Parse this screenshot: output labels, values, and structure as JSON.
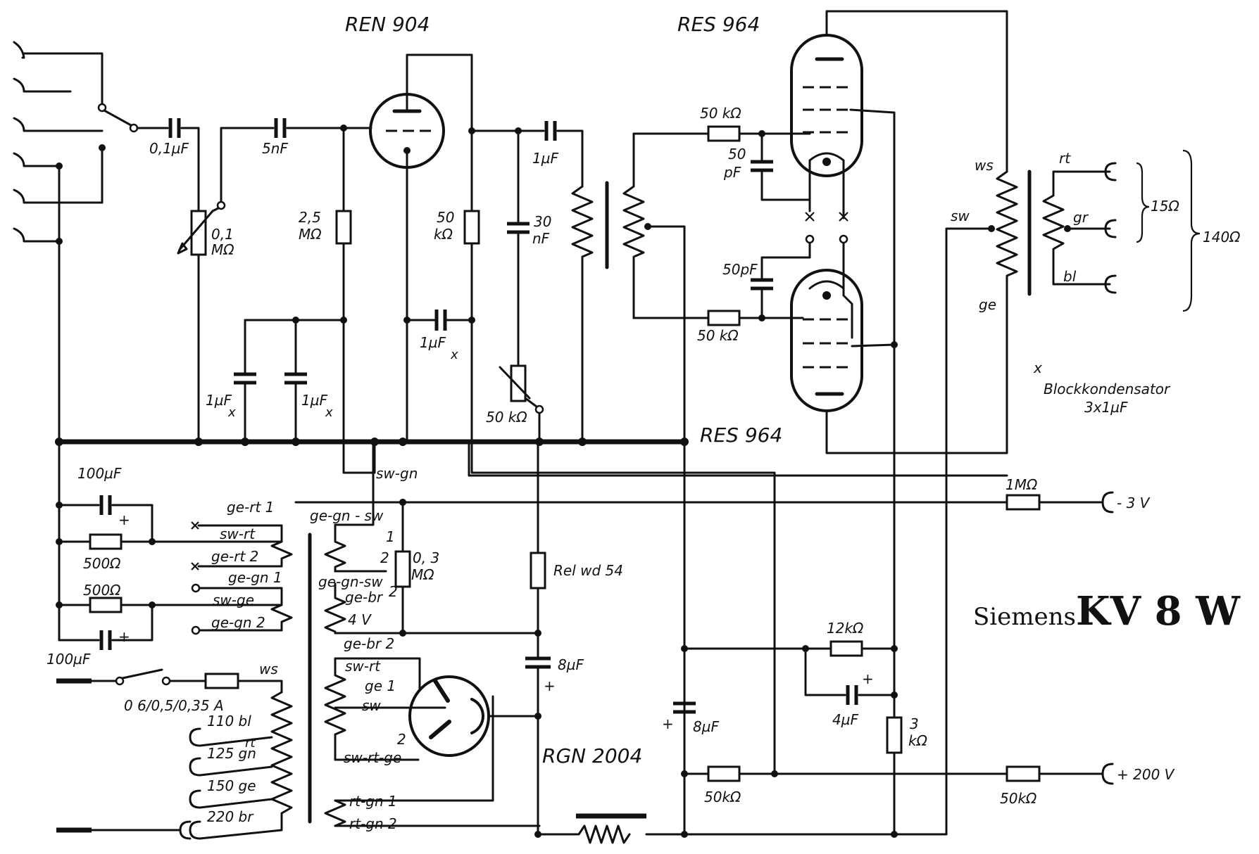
{
  "title": {
    "brand": "Siemens",
    "model": "KV 8 W"
  },
  "tubes": {
    "preamp": "REN 904",
    "output_top": "RES 964",
    "output_bottom": "RES 964",
    "rectifier": "RGN 2004"
  },
  "note": {
    "mark": "x",
    "line1": "Blockkondensator",
    "line2": "3x1µF"
  },
  "components": {
    "c_in": "0,1µF",
    "pot_in_val": "0,1",
    "pot_in_unit": "MΩ",
    "c_couple": "5nF",
    "r_grid_val": "2,5",
    "r_grid_unit": "MΩ",
    "c_block1": "1µF",
    "c_block1_sub": "x",
    "c_block2": "1µF",
    "c_block2_sub": "x",
    "c_block3": "1µF",
    "c_block3_sub": "x",
    "r_plate_val": "50",
    "r_plate_unit": "kΩ",
    "c_tone_val": "30",
    "c_tone_unit": "nF",
    "pot_tone": "50 kΩ",
    "c_out": "1µF",
    "r_g1": "50 kΩ",
    "c_g1_val": "50",
    "c_g1_unit": "pF",
    "c_g2": "50pF",
    "r_g2": "50 kΩ",
    "c_100a": "100µF",
    "r_500a": "500Ω",
    "r_500b": "500Ω",
    "c_100b": "100µF",
    "r_03_val": "0, 3",
    "r_03_unit": "MΩ",
    "relay": "Rel wd 54",
    "c_8a": "8µF",
    "c_8b": "8µF",
    "r_12k": "12kΩ",
    "c_4": "4µF",
    "r_3k_val": "3",
    "r_3k_unit": "kΩ",
    "r_50k_filter": "50kΩ",
    "r_50k_out": "50kΩ",
    "r_1m": "1MΩ",
    "fuse": "0 6/0,5/0,35 A"
  },
  "terminals": {
    "minus3": "- 3 V",
    "plus200": "+ 200 V",
    "imp15": "15Ω",
    "imp140": "140Ω"
  },
  "output_transformer": {
    "ws": "ws",
    "sw": "sw",
    "ge": "ge",
    "rt": "rt",
    "gr": "gr",
    "bl": "bl"
  },
  "wire_labels": {
    "sw_gn": "sw-gn",
    "ge_rt1": "ge-rt 1",
    "sw_rt": "sw-rt",
    "ge_rt2": "ge-rt 2",
    "ge_gn1": "ge-gn 1",
    "sw_ge": "sw-ge",
    "ge_gn2": "ge-gn 2",
    "ge_gn_sw": "ge-gn - sw",
    "n1": "1",
    "n2": "2",
    "ge_gn_sw2": "ge-gn-sw",
    "n2b": "2",
    "ge_br": "ge-br",
    "v4": "4 V",
    "ge_br2": "ge-br 2",
    "sw_rt_b": "sw-rt",
    "ge1": "ge 1",
    "sw_b": "sw",
    "n2c": "2",
    "sw_rt_ge": "sw-rt-ge",
    "rt_gn1": "rt-gn 1",
    "rt_gn2": "rt-gn 2",
    "ws_mains": "ws"
  },
  "mains_taps": [
    "110 bl",
    "125 gn",
    "150 ge",
    "220 br"
  ],
  "mains_tap_extra": "rt",
  "polarity": "+"
}
